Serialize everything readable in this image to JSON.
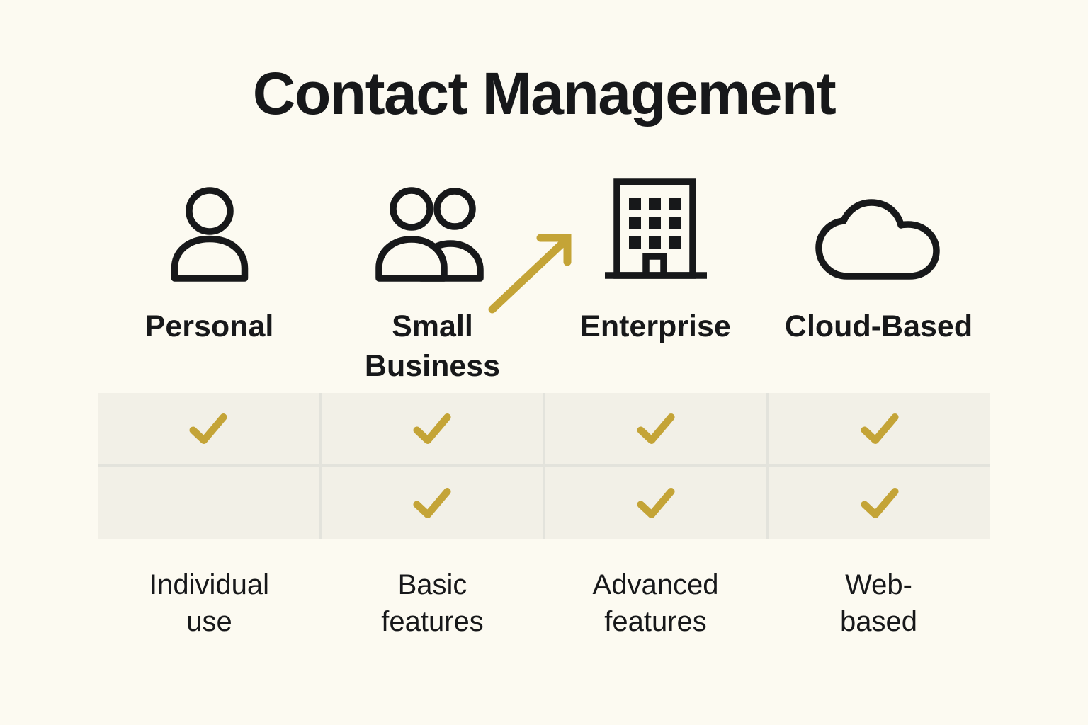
{
  "title": "Contact Management",
  "colors": {
    "page_bg": "#FCFAF1",
    "ink": "#17181A",
    "gold": "#C4A437",
    "table_cell_bg": "#F2F0E7",
    "table_divider": "#E3E3DC"
  },
  "columns": [
    {
      "label": "Personal",
      "icon": "person-icon",
      "description": "Individual\nuse"
    },
    {
      "label": "Small\nBusiness",
      "icon": "people-icon",
      "description": "Basic\nfeatures"
    },
    {
      "label": "Enterprise",
      "icon": "building-icon",
      "description": "Advanced\nfeatures"
    },
    {
      "label": "Cloud-Based",
      "icon": "cloud-icon",
      "description": "Web-\nbased"
    }
  ],
  "feature_grid": {
    "rows": [
      {
        "checks": [
          true,
          true,
          true,
          true
        ]
      },
      {
        "checks": [
          false,
          true,
          true,
          true
        ]
      }
    ]
  },
  "arrow": {
    "direction": "up-right"
  }
}
